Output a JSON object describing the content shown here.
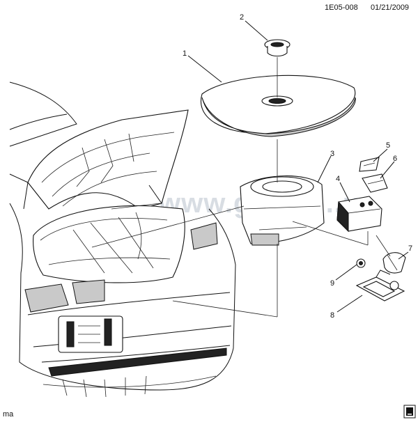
{
  "header": {
    "code": "1E05-008",
    "date": "01/21/2009"
  },
  "footer": {
    "left_mark": "ma"
  },
  "watermark": {
    "text": "www.gmsk....u"
  },
  "callouts": [
    {
      "id": "1",
      "label": "1"
    },
    {
      "id": "2",
      "label": "2"
    },
    {
      "id": "3",
      "label": "3"
    },
    {
      "id": "4",
      "label": "4"
    },
    {
      "id": "5",
      "label": "5"
    },
    {
      "id": "6",
      "label": "6"
    },
    {
      "id": "7",
      "label": "7"
    },
    {
      "id": "8",
      "label": "8"
    },
    {
      "id": "9",
      "label": "9"
    }
  ],
  "icons": {
    "corner_badge": "gm-logo-icon"
  }
}
